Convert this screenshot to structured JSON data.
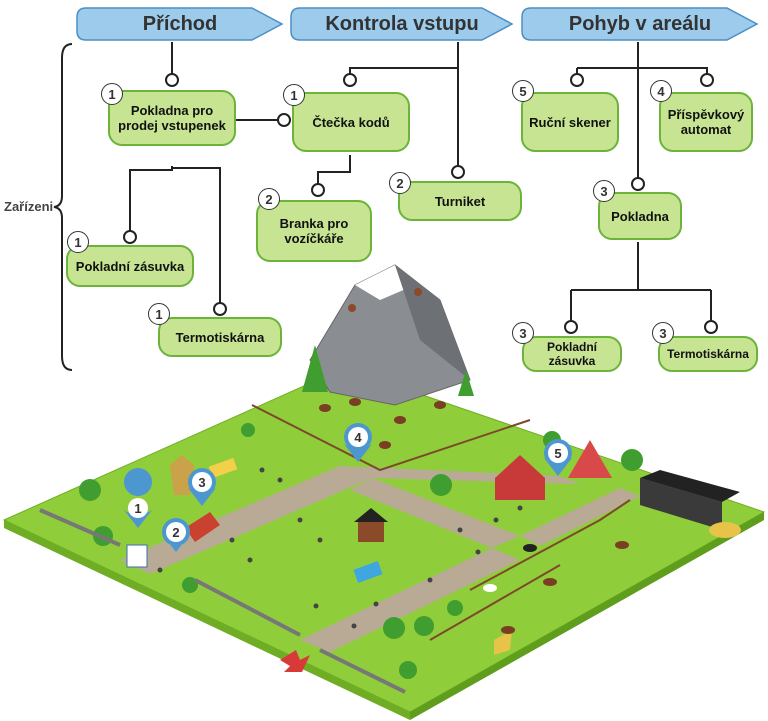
{
  "headers": {
    "entry": "Příchod",
    "control": "Kontrola vstupu",
    "movement": "Pohyb v areálu"
  },
  "side_label": "Zařízeni",
  "nodes": {
    "ticket_office": {
      "label_line1": "Pokladna pro",
      "label_line2": "prodej vstupenek",
      "num": "1"
    },
    "cash_drawer_left": {
      "label": "Pokladní zásuvka",
      "num": "1"
    },
    "thermal_printer_left": {
      "label": "Termotiskárna",
      "num": "1"
    },
    "code_reader": {
      "label": "Čtečka kodů",
      "num": "1"
    },
    "wheelchair_gate": {
      "label_line1": "Branka pro",
      "label_line2": "vozíčkáře",
      "num": "2"
    },
    "turnstile": {
      "label": "Turniket",
      "num": "2"
    },
    "hand_scanner": {
      "label": "Ruční skener",
      "num": "5"
    },
    "donation_machine": {
      "label_line1": "Příspěvkový",
      "label_line2": "automat",
      "num": "4"
    },
    "cashier": {
      "label": "Pokladna",
      "num": "3"
    },
    "cash_drawer_right": {
      "label_line1": "Pokladní",
      "label_line2": "zásuvka",
      "num": "3"
    },
    "thermal_printer_right": {
      "label": "Termotiskárna",
      "num": "3"
    }
  },
  "map_pins": [
    "1",
    "2",
    "3",
    "4",
    "5"
  ],
  "colors": {
    "header_fill": "#9dcbeb",
    "header_stroke": "#4b8fc4",
    "node_fill": "#c7e492",
    "node_stroke": "#6cb33a",
    "grass": "#8fce3a",
    "path": "#b9aa95",
    "pin": "#4d97d1"
  }
}
